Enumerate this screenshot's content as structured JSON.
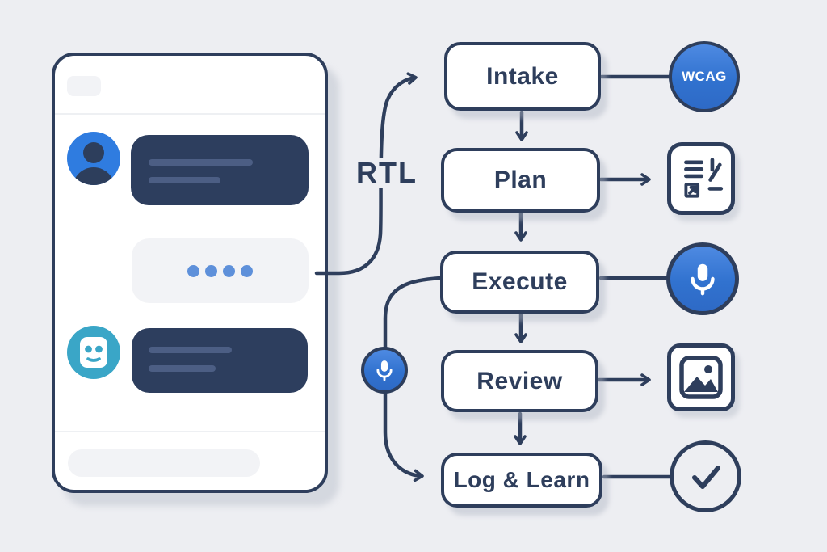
{
  "colors": {
    "background": "#edeef2",
    "ink_navy": "#2e3e5c",
    "panel_white": "#ffffff",
    "accent_blue": "#3d7ed9",
    "accent_blue_gradient_top": "#4e8ae2",
    "accent_blue_gradient_bottom": "#2e6ac6",
    "bot_teal": "#3aa6c7",
    "bubble_navy": "#2d3e5e",
    "bubble_text_line": "#4c5e84",
    "light_gray_fill": "#f2f3f6",
    "typing_dot_blue": "#5e90da"
  },
  "chat_panel": {
    "description": "phone chat mockup with user and bot message placeholders",
    "typing_dots_count": 4,
    "user_message_line_count": 2,
    "bot_message_line_count": 2
  },
  "labels": {
    "rtl": "RTL"
  },
  "flow": {
    "nodes": [
      {
        "label": "Intake"
      },
      {
        "label": "Plan"
      },
      {
        "label": "Execute"
      },
      {
        "label": "Review"
      },
      {
        "label": "Log & Learn"
      }
    ],
    "wcag_badge_text": "WCAG",
    "side_icons": [
      "wcag-badge",
      "document-checklist-icon",
      "microphone-icon",
      "image-icon",
      "check-circle-icon"
    ],
    "inline_icons": [
      "microphone-icon"
    ]
  }
}
